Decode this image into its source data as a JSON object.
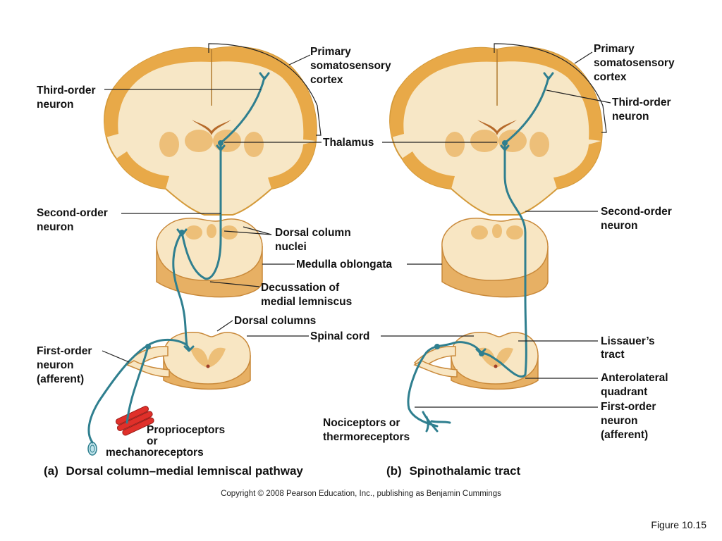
{
  "panel_a": {
    "labels": {
      "primary_cortex_1": "Primary",
      "primary_cortex_2": "somatosensory",
      "primary_cortex_3": "cortex",
      "third_order_1": "Third-order",
      "third_order_2": "neuron",
      "thalamus": "Thalamus",
      "second_order_1": "Second-order",
      "second_order_2": "neuron",
      "dorsal_column_nuclei_1": "Dorsal column",
      "dorsal_column_nuclei_2": "nuclei",
      "medulla": "Medulla oblongata",
      "decussation_1": "Decussation of",
      "decussation_2": "medial lemniscus",
      "dorsal_columns": "Dorsal columns",
      "spinal_cord": "Spinal cord",
      "first_order_1": "First-order",
      "first_order_2": "neuron",
      "first_order_3": "(afferent)",
      "receptors_1": "Proprioceptors",
      "receptors_2": "or",
      "receptors_3": "mechanoreceptors"
    },
    "caption_letter": "(a)",
    "caption": "Dorsal column–medial lemniscal pathway"
  },
  "panel_b": {
    "labels": {
      "primary_cortex_1": "Primary",
      "primary_cortex_2": "somatosensory",
      "primary_cortex_3": "cortex",
      "third_order_1": "Third-order",
      "third_order_2": "neuron",
      "second_order_1": "Second-order",
      "second_order_2": "neuron",
      "lissauer_1": "Lissauer’s",
      "lissauer_2": "tract",
      "anterolateral_1": "Anterolateral",
      "anterolateral_2": "quadrant",
      "first_order_1": "First-order",
      "first_order_2": "neuron",
      "first_order_3": "(afferent)",
      "receptors_1": "Nociceptors or",
      "receptors_2": "thermoreceptors"
    },
    "caption_letter": "(b)",
    "caption": "Spinothalamic tract"
  },
  "copyright": "Copyright © 2008 Pearson Education, Inc., publishing as Benjamin Cummings",
  "figure_number": "Figure 10.15",
  "colors": {
    "neuron": "#2f7f8f",
    "brain_white_matter": "#f7e7c6",
    "brain_gray_matter": "#e8a948",
    "muscle": "#e0302a"
  }
}
